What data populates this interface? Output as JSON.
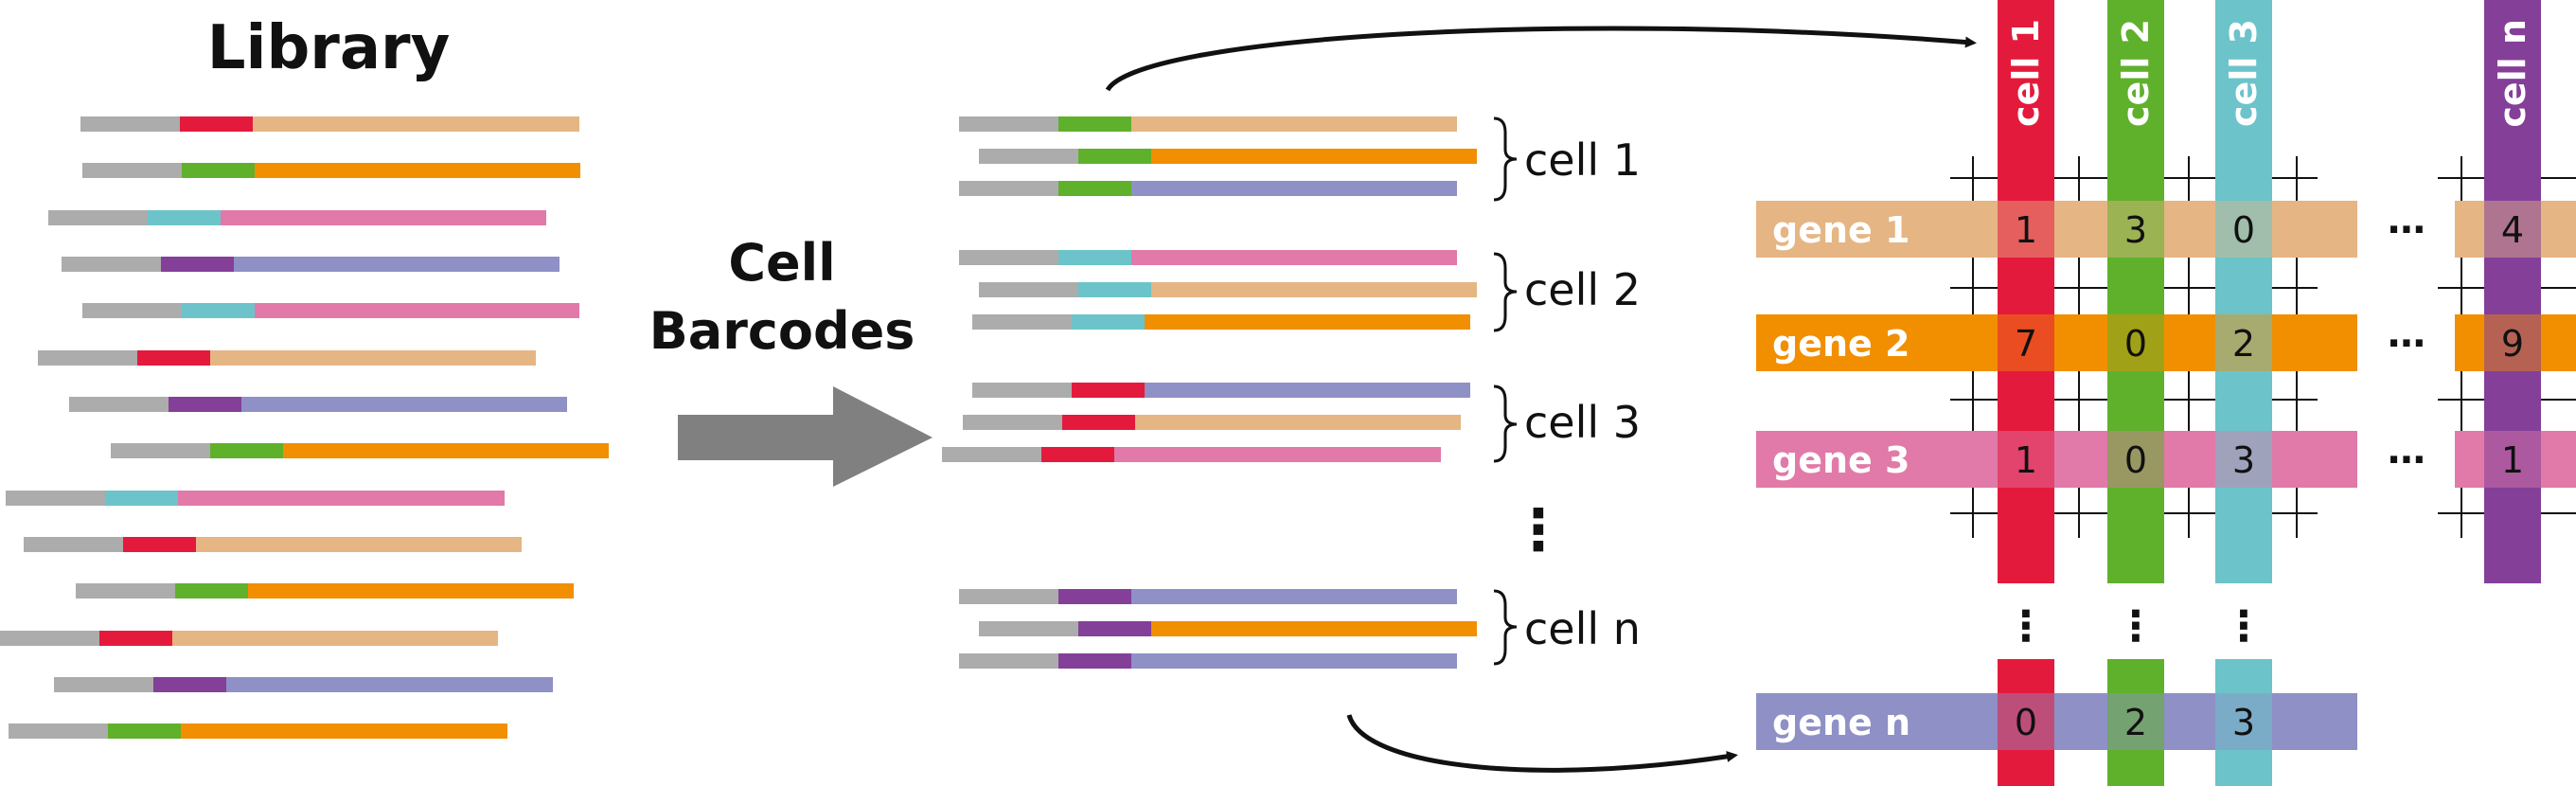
{
  "library": {
    "title": "Library"
  },
  "middle": {
    "label_lines": [
      "Cell",
      "Barcodes"
    ]
  },
  "cell_groups": [
    {
      "label": "cell 1"
    },
    {
      "label": "cell 2"
    },
    {
      "label": "cell 3"
    },
    {
      "label": "cell n"
    }
  ],
  "ellipsis": {
    "vertical": "⋮",
    "horizontal": "⋯"
  },
  "matrix": {
    "columns": [
      {
        "label": "cell 1",
        "color": "#e41a3c"
      },
      {
        "label": "cell 2",
        "color": "#5fb12c"
      },
      {
        "label": "cell 3",
        "color": "#6cc4ca"
      },
      {
        "label": "cell n",
        "color": "#843f98"
      }
    ],
    "rows": [
      {
        "label": "gene 1",
        "color": "#e5b584",
        "values": [
          "1",
          "3",
          "0",
          "4"
        ]
      },
      {
        "label": "gene 2",
        "color": "#f18f00",
        "values": [
          "7",
          "0",
          "2",
          "9"
        ]
      },
      {
        "label": "gene 3",
        "color": "#e17aa8",
        "values": [
          "1",
          "0",
          "3",
          "1"
        ]
      },
      {
        "label": "gene n",
        "color": "#8e90c6",
        "values": [
          "0",
          "2",
          "3"
        ]
      }
    ]
  },
  "colors": {
    "barcode_gray": "#acacac",
    "umi_red": "#e41a3c",
    "umi_green": "#5fb12c",
    "umi_cyan": "#6cc4ca",
    "umi_purple": "#843f98",
    "gene_tan": "#e5b584",
    "gene_orange": "#f18f00",
    "gene_pink": "#e17aa8",
    "gene_lavender": "#8e90c6",
    "arrow_gray": "#808080"
  }
}
